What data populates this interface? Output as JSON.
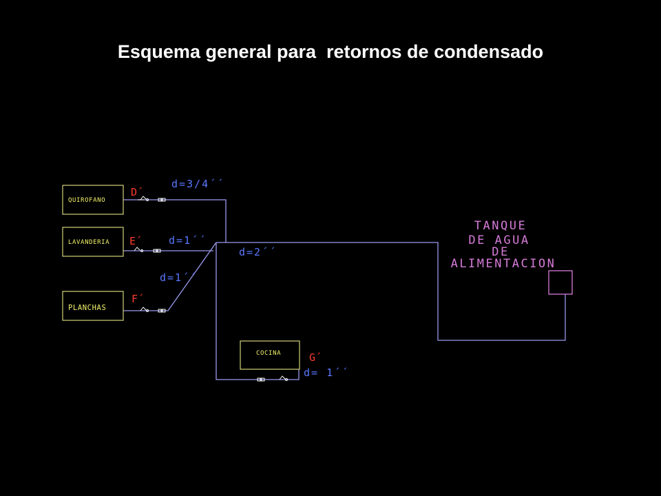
{
  "title": "Esquema general para  retornos de condensado",
  "colors": {
    "background": "#000000",
    "pipe": "#9b9bf0",
    "box": "#d4d27a",
    "label_yellow": "#f2f26a",
    "diameter": "#5a78ff",
    "point": "#ff3b2f",
    "tank": "#d67bd8",
    "trap": "#ffffff"
  },
  "stations": [
    {
      "name": "QUIROFANO",
      "point": "D´",
      "diameter": "d=3/4´´"
    },
    {
      "name": "LAVANDERIA",
      "point": "E´",
      "diameter": "d=1´´"
    },
    {
      "name": "PLANCHAS",
      "point": "F´",
      "diameter": "d=1´´"
    },
    {
      "name": "COCINA",
      "point": "G´",
      "diameter": "d=  1´´"
    }
  ],
  "main_line": {
    "diameter": "d=2´´"
  },
  "tank": {
    "lines": [
      "TANQUE",
      "DE  AGUA",
      "DE",
      "ALIMENTACION"
    ]
  }
}
